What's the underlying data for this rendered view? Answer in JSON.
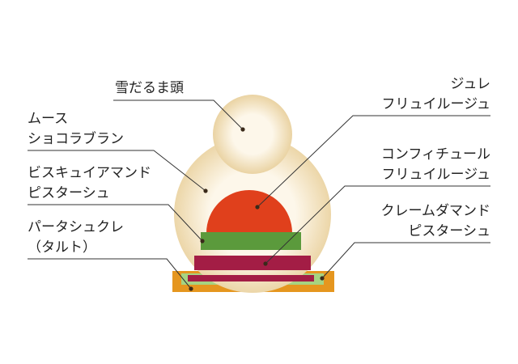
{
  "labels": {
    "snowman_head": "雪だるま頭",
    "mousse_line1": "ムース",
    "mousse_line2": "ショコラブラン",
    "biscuit_line1": "ビスキュイアマンド",
    "biscuit_line2": "ピスターシュ",
    "pate_line1": "パータシュクレ",
    "pate_line2": "（タルト）",
    "jelly_line1": "ジュレ",
    "jelly_line2": "フリュイルージュ",
    "confit_line1": "コンフィチュール",
    "confit_line2": "フリュイルージュ",
    "cream_line1": "クレームダマンド",
    "cream_line2": "ピスターシュ"
  },
  "colors": {
    "mousse": "#f7ecd2",
    "mousse_glow": "#ecd5a6",
    "jelly": "#e0401c",
    "biscuit": "#5b9a3c",
    "confit": "#a31d45",
    "cream": "#a6d382",
    "tart": "#e5961f",
    "leader": "#333333",
    "dot": "#3a2a1a"
  }
}
